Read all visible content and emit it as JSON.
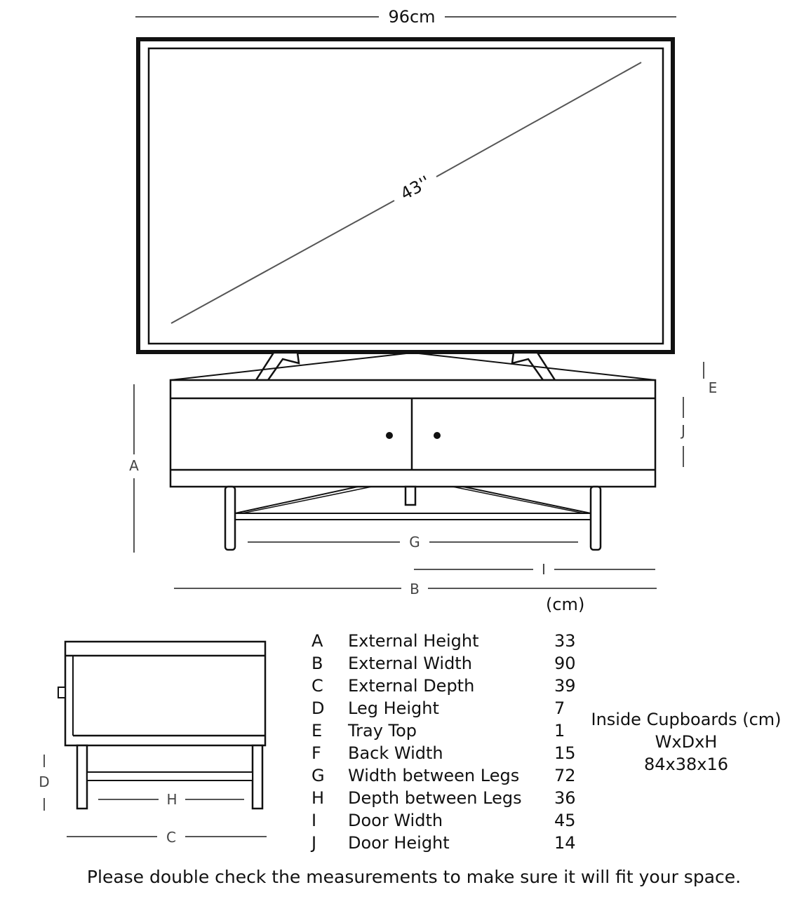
{
  "diagram": {
    "tv_width": "96cm",
    "tv_diagonal": "43''",
    "letters": {
      "A": "A",
      "B": "B",
      "C": "C",
      "D": "D",
      "E": "E",
      "G": "G",
      "H": "H",
      "I": "I",
      "J": "J"
    }
  },
  "unit_label": "(cm)",
  "measurements": [
    {
      "key": "A",
      "label": "External Height",
      "value": "33"
    },
    {
      "key": "B",
      "label": "External Width",
      "value": "90"
    },
    {
      "key": "C",
      "label": "External Depth",
      "value": "39"
    },
    {
      "key": "D",
      "label": "Leg Height",
      "value": "7"
    },
    {
      "key": "E",
      "label": "Tray Top",
      "value": "1"
    },
    {
      "key": "F",
      "label": "Back Width",
      "value": "15"
    },
    {
      "key": "G",
      "label": "Width between Legs",
      "value": "72"
    },
    {
      "key": "H",
      "label": "Depth between Legs",
      "value": "36"
    },
    {
      "key": "I",
      "label": "Door Width",
      "value": "45"
    },
    {
      "key": "J",
      "label": "Door Height",
      "value": "14"
    }
  ],
  "inside_cupboards": {
    "title": "Inside Cupboards (cm)",
    "format": "WxDxH",
    "size": "84x38x16"
  },
  "footer_note": "Please double check the measurements to make sure it will fit your space."
}
